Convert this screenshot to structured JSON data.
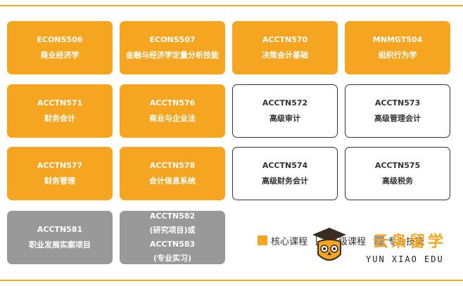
{
  "courses": [
    {
      "code": "ECONS506",
      "name": "商业经济学",
      "kind": "core"
    },
    {
      "code": "ECONS507",
      "name": "金融与经济学定量分析技能",
      "kind": "core"
    },
    {
      "code": "ACCTN570",
      "name": "决策会计基础",
      "kind": "core"
    },
    {
      "code": "MNMGT504",
      "name": "组织行为学",
      "kind": "core"
    },
    {
      "code": "ACCTN571",
      "name": "财务会计",
      "kind": "core"
    },
    {
      "code": "ACCTN576",
      "name": "商业与企业法",
      "kind": "core"
    },
    {
      "code": "ACCTN572",
      "name": "高级审计",
      "kind": "advanced"
    },
    {
      "code": "ACCTN573",
      "name": "高级管理会计",
      "kind": "advanced"
    },
    {
      "code": "ACCTN577",
      "name": "财务管理",
      "kind": "core"
    },
    {
      "code": "ACCTN578",
      "name": "会计信息系统",
      "kind": "core"
    },
    {
      "code": "ACCTN574",
      "name": "高级财务会计",
      "kind": "advanced"
    },
    {
      "code": "ACCTN575",
      "name": "高级税务",
      "kind": "advanced"
    },
    {
      "code": "ACCTN581",
      "name": "职业发展实案项目",
      "kind": "elective"
    }
  ],
  "alt_course": {
    "line1": "ACCTN582",
    "line2": "(研究项目)或",
    "line3": "ACCTN583",
    "line4": "(专业实习)"
  },
  "legend": [
    {
      "label": "核心课程",
      "color": "#f5a51f"
    },
    {
      "label": "高级课程",
      "color": "#ffffff"
    },
    {
      "label": "专业技能",
      "color": "#999999"
    }
  ],
  "watermark": {
    "brand_cn": "云枭留学",
    "brand_en": "YUN XIAO EDU"
  },
  "colors": {
    "accent": "#f5a623",
    "core": "#f5a51f",
    "elective": "#999999",
    "border": "#333333"
  }
}
